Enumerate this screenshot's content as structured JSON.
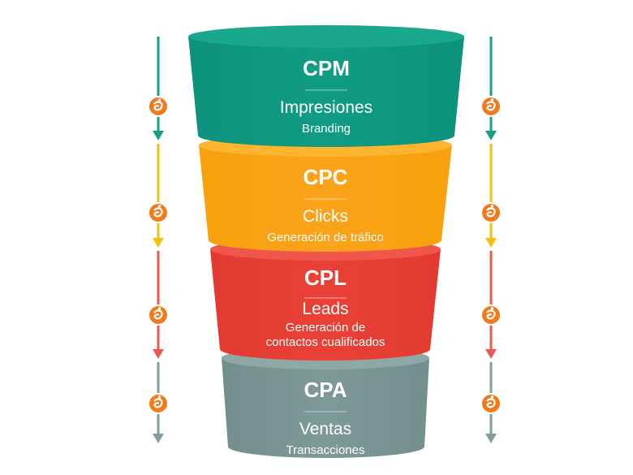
{
  "funnel": {
    "stages": [
      {
        "abbr": "CPM",
        "title": "Impresiones",
        "subtitle_lines": [
          "Branding"
        ],
        "color": "#109c83",
        "side_color": "#0e927b",
        "top_color": "#1aa88d",
        "arrow_color": "#16a085"
      },
      {
        "abbr": "CPC",
        "title": "Clicks",
        "subtitle_lines": [
          "Generación de tráfico"
        ],
        "color": "#fba31b",
        "side_color": "#f7a10d",
        "top_color": "#fdb52f",
        "arrow_color": "#f4c10e"
      },
      {
        "abbr": "CPL",
        "title": "Leads",
        "subtitle_lines": [
          "Generación de",
          "contactos cualificados"
        ],
        "color": "#ea4137",
        "side_color": "#e23a31",
        "top_color": "#f0564a",
        "arrow_color": "#ea5a4b"
      },
      {
        "abbr": "CPA",
        "title": "Ventas",
        "subtitle_lines": [
          "Transacciones"
        ],
        "color": "#7d9998",
        "side_color": "#738f8d",
        "top_color": "#8ea8a6",
        "arrow_color": "#829e9d"
      }
    ],
    "badge_color": "#f07b1c",
    "badge_icon": "orange-logo-icon"
  }
}
